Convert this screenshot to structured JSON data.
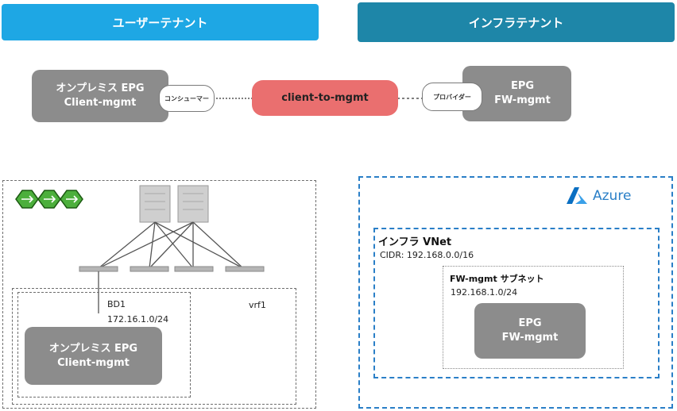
{
  "colors": {
    "user_banner": "#1ea7e4",
    "infra_banner": "#1e86a8",
    "epg_gray": "#8c8c8c",
    "contract_red": "#ea6f6f",
    "azure_blue": "#2a7fc7",
    "router_green": "#4caf3c"
  },
  "banners": {
    "user_tenant": "ユーザーテナント",
    "infra_tenant": "インフラテナント"
  },
  "contract_row": {
    "left_epg": {
      "line1": "オンプレミス EPG",
      "line2": "Client-mgmt"
    },
    "consumer_label": "コンシューマー",
    "contract_label": "client-to-mgmt",
    "provider_label": "プロバイダー",
    "right_epg": {
      "line1": "EPG",
      "line2": "FW-mgmt"
    }
  },
  "onprem": {
    "bd_label": "BD1",
    "subnet_label": "172.16.1.0/24",
    "vrf_label": "vrf1",
    "epg": {
      "line1": "オンプレミス EPG",
      "line2": "Client-mgmt"
    }
  },
  "azure": {
    "logo_text": "Azure",
    "vnet_label": "インフラ VNet",
    "cidr_label": "CIDR: 192.168.0.0/16",
    "subnet_label": "FW-mgmt サブネット",
    "subnet_cidr": "192.168.1.0/24",
    "epg": {
      "line1": "EPG",
      "line2": "FW-mgmt"
    }
  }
}
